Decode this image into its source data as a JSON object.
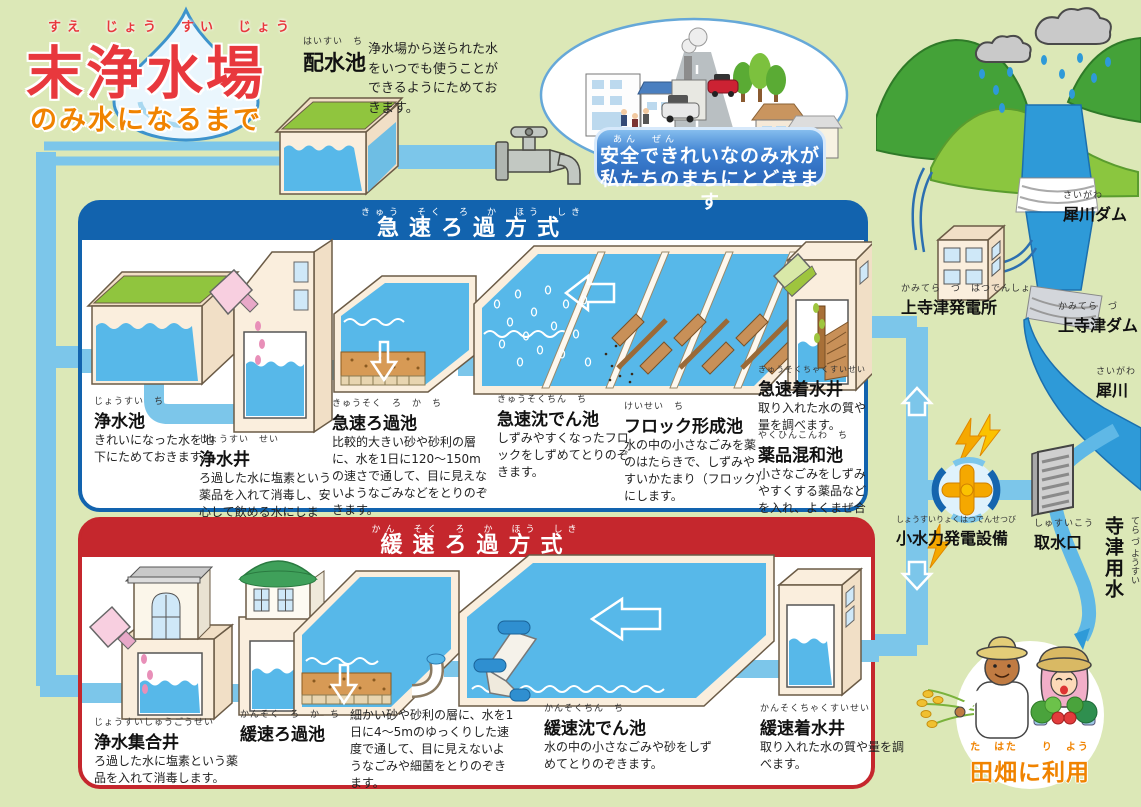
{
  "title": {
    "furigana": "すえ　じょう　すい　じょう",
    "main": "末浄水場",
    "subtitle": "のみ水になるまで"
  },
  "haisuichi": {
    "furigana": "はいすい　ち",
    "label": "配水池",
    "desc": "浄水場から送られた水をいつでも使うことができるようにためておきます。"
  },
  "city": {
    "furigana": "あん　ぜん",
    "line1": "安全できれいなのみ水が",
    "line2": "私たちのまちにとどきます"
  },
  "landscape": {
    "saigawa_dam": {
      "furigana": "さいがわ",
      "label": "犀川ダム"
    },
    "power_station": {
      "furigana": "かみてら　づ　はつでんしょ",
      "label": "上寺津発電所"
    },
    "kamiteratsu_dam": {
      "furigana": "かみてら　づ",
      "label": "上寺津ダム"
    },
    "saigawa_river": {
      "furigana": "さいがわ",
      "label": "犀川"
    },
    "hydro": {
      "furigana": "しょうすいりょくはつでんせつび",
      "label": "小水力発電設備"
    },
    "intake": {
      "furigana": "しゅすいこう",
      "label": "取水口"
    },
    "canal": {
      "furigana": "てら づ ようすい",
      "label": "寺津用水"
    },
    "farm": {
      "furigana": "た　はた　　り　よう",
      "label": "田畑に利用"
    }
  },
  "rapid": {
    "header_furigana": "きゅう　そく　ろ　か　ほう　しき",
    "header": "急速ろ過方式",
    "facilities": [
      {
        "furigana": "じょうすい　ち",
        "title": "浄水池",
        "desc": "きれいになった水を地下にためておきます。"
      },
      {
        "furigana": "じょうすい　せい",
        "title": "浄水井",
        "desc": "ろ過した水に塩素という薬品を入れて消毒し、安心して飲める水にします。"
      },
      {
        "furigana": "きゅうそく　ろ　か　ち",
        "title": "急速ろ過池",
        "desc": "比較的大きい砂や砂利の層に、水を1日に120〜150mの速さで通して、目に見えないようなごみなどをとりのぞきます。"
      },
      {
        "furigana": "きゅうそくちん　ち",
        "title": "急速沈でん池",
        "desc": "しずみやすくなったフロックをしずめてとりのぞきます。"
      },
      {
        "furigana": "けいせい　ち",
        "title": "フロック形成池",
        "desc": "水の中の小さなごみを薬のはたらきで、しずみやすいかたまり（フロック）にします。"
      },
      {
        "furigana": "きゅうそくちゃくすいせい",
        "title": "急速着水井",
        "desc": "取り入れた水の質や量を調べます。"
      },
      {
        "furigana": "やくひんこんわ　ち",
        "title": "薬品混和池",
        "desc": "小さなごみをしずみやすくする薬品などを入れ、よくまぜ合わせます。"
      }
    ]
  },
  "slow": {
    "header_furigana": "かん　そく　ろ　か　ほう　しき",
    "header": "緩速ろ過方式",
    "facilities": [
      {
        "furigana": "じょうすいしゅうごうせい",
        "title": "浄水集合井",
        "desc": "ろ過した水に塩素という薬品を入れて消毒します。"
      },
      {
        "furigana": "かんそく　ろ　か　ち",
        "title": "緩速ろ過池",
        "desc": "細かい砂や砂利の層に、水を1日に4〜5mのゆっくりした速度で通して、目に見えないようなごみや細菌をとりのぞきます。"
      },
      {
        "furigana": "かんそくちん　ち",
        "title": "緩速沈でん池",
        "desc": "水の中の小さなごみや砂をしずめてとりのぞきます。"
      },
      {
        "furigana": "かんそくちゃくすいせい",
        "title": "緩速着水井",
        "desc": "取り入れた水の質や量を調べます。"
      }
    ]
  },
  "colors": {
    "background": "#dce8b7",
    "rapid_accent": "#1263ae",
    "slow_accent": "#c5272d",
    "water": "#57b8e9",
    "pipe": "#7cc6ea",
    "title_red": "#e8383d",
    "orange": "#f08300",
    "grass": "#90c53e",
    "river": "#2e9ad8"
  }
}
